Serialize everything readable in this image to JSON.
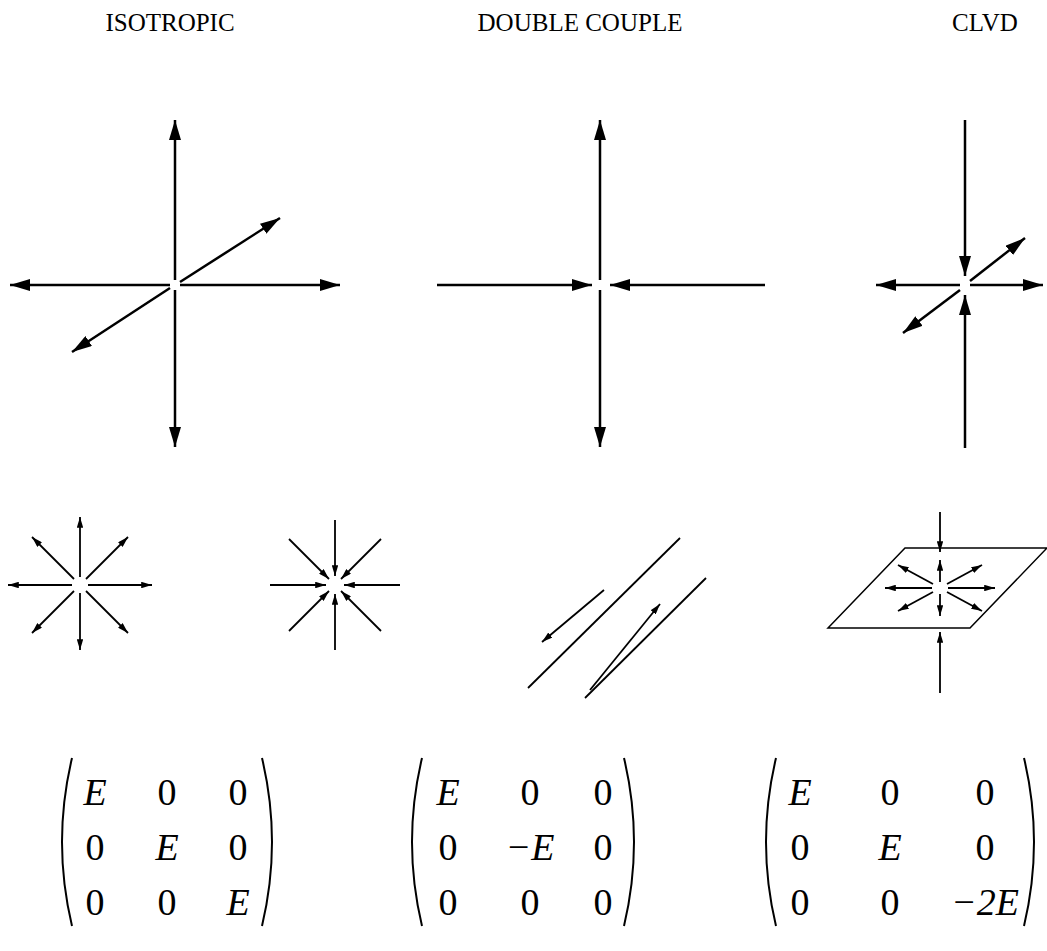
{
  "diagram": {
    "labels": [
      "ISOTROPIC",
      "DOUBLE COUPLE",
      "CLVD",
      "E",
      "0",
      "0",
      "0",
      "E",
      "0",
      "0",
      "0",
      "E",
      "E",
      "0",
      "0",
      "0",
      "−E",
      "0",
      "0",
      "0",
      "0",
      "E",
      "0",
      "0",
      "0",
      "E",
      "0",
      "0",
      "0",
      "−2E"
    ]
  }
}
